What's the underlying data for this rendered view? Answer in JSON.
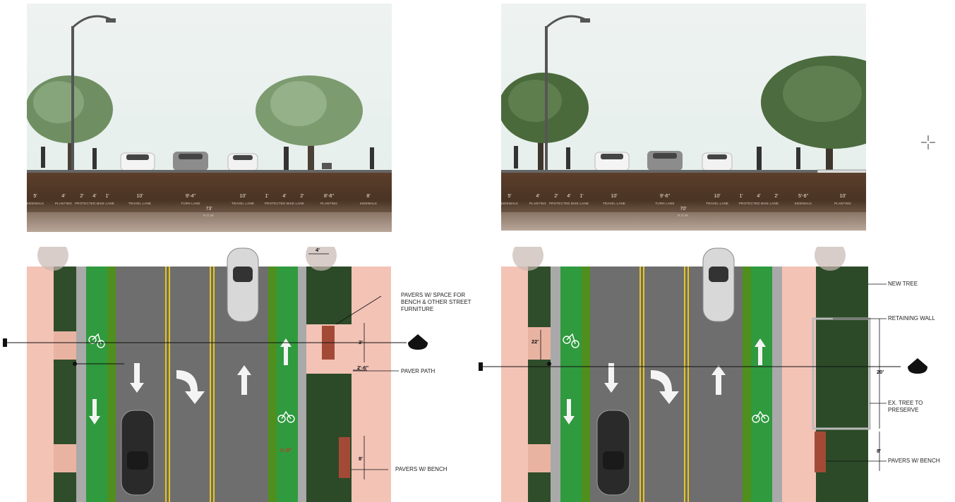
{
  "sections": [
    {
      "id": "left",
      "dimensions": [
        {
          "value": "5'",
          "label": "SIDEWALK"
        },
        {
          "value": "4'",
          "label": "PLANTING"
        },
        {
          "value": "2'",
          "label": ""
        },
        {
          "value": "4'",
          "label": "PROTECTED BIKE LANE"
        },
        {
          "value": "1'",
          "label": ""
        },
        {
          "value": "10'",
          "label": "TRAVEL LANE"
        },
        {
          "value": "9'-4\"",
          "label": "TURN LANE"
        },
        {
          "value": "10'",
          "label": "TRAVEL LANE"
        },
        {
          "value": "1'",
          "label": ""
        },
        {
          "value": "4'",
          "label": "PROTECTED BIKE LANE"
        },
        {
          "value": "2'",
          "label": ""
        },
        {
          "value": "8'-6\"",
          "label": "PLANTING"
        },
        {
          "value": "8'",
          "label": "SIDEWALK"
        }
      ],
      "total": "73'",
      "total_label": "R.O.W.",
      "plan_dims": [
        "3'",
        "2'-6\"",
        "8'",
        "1'-9\""
      ],
      "top_dim": "4'",
      "notes": [
        "PAVERS W/ SPACE FOR BENCH & OTHER STREET FURNITURE",
        "PAVER PATH",
        "PAVERS W/ BENCH"
      ]
    },
    {
      "id": "right",
      "dimensions": [
        {
          "value": "5'",
          "label": "SIDEWALK"
        },
        {
          "value": "4'",
          "label": "PLANTING"
        },
        {
          "value": "2'",
          "label": ""
        },
        {
          "value": "4'",
          "label": "PROTECTED BIKE LANE"
        },
        {
          "value": "1'",
          "label": ""
        },
        {
          "value": "10'",
          "label": "TRAVEL LANE"
        },
        {
          "value": "9'-6\"",
          "label": "TURN LANE"
        },
        {
          "value": "10'",
          "label": "TRAVEL LANE"
        },
        {
          "value": "1'",
          "label": ""
        },
        {
          "value": "4'",
          "label": "PROTECTED BIKE LANE"
        },
        {
          "value": "2'",
          "label": ""
        },
        {
          "value": "5'-6\"",
          "label": "SIDEWALK"
        },
        {
          "value": "10'",
          "label": "PLANTING"
        }
      ],
      "total": "70'",
      "total_label": "R.O.W.",
      "plan_dims": [
        "22'",
        "20'",
        "8'"
      ],
      "notes": [
        "NEW TREE",
        "RETAINING WALL",
        "EX. TREE TO PRESERVE",
        "PAVERS W/ BENCH"
      ]
    }
  ],
  "colors": {
    "bike_lane": "#2f9a3e",
    "bike_buffer": "#4f8f1e",
    "asphalt": "#6e6e6e",
    "planting": "#2f4d2a",
    "sidewalk_pink": "#f3c3b6",
    "lane_yellow": "#e8c51a",
    "soil": "#4d3626"
  },
  "icons": [
    "bicycle-icon",
    "arrow-up-icon",
    "arrow-down-icon",
    "turn-arrow-icon",
    "section-cut-marker-icon",
    "crosshair-icon"
  ]
}
